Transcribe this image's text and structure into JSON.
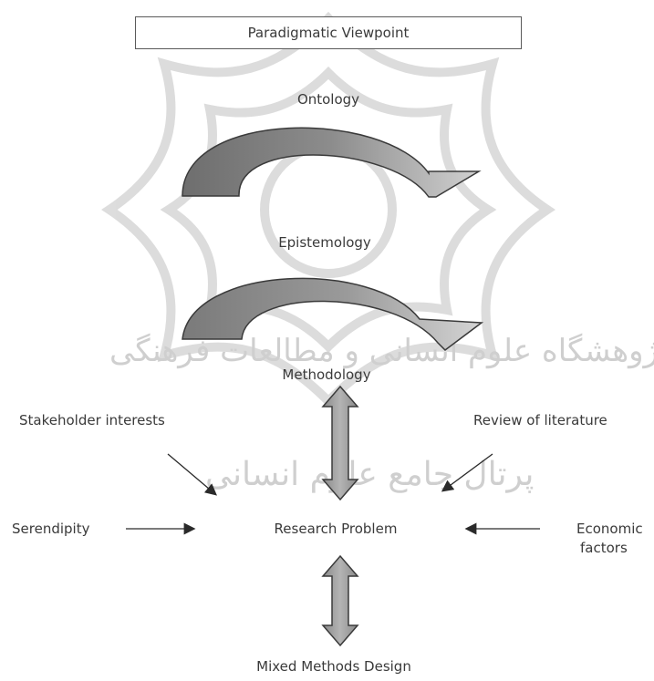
{
  "diagram": {
    "top_box": "Paradigmatic Viewpoint",
    "level1": "Ontology",
    "level2": "Epistemology",
    "level3": "Methodology",
    "center_node": "Research Problem",
    "bottom_node": "Mixed Methods Design",
    "influences": {
      "top_left": "Stakeholder interests",
      "top_right": "Review of literature",
      "left": "Serendipity",
      "right_line1": "Economic",
      "right_line2": "factors"
    }
  },
  "watermark": {
    "line1": "پژوهشگاه علوم انسانی و مطالعات فرهنگی",
    "line2": "پرتال جامع علوم انسانی"
  },
  "colors": {
    "arrow_dark": "#777777",
    "arrow_light": "#c4c4c4",
    "text": "#3a3a3a",
    "watermark": "#d6d6d6"
  }
}
